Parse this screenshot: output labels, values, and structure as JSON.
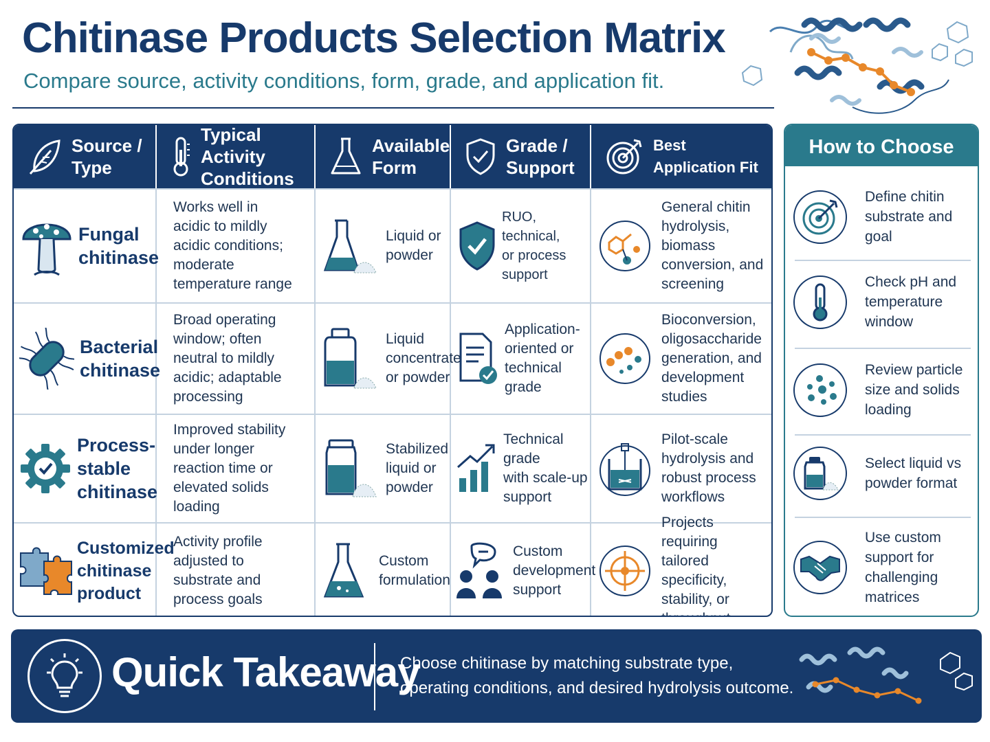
{
  "title": "Chitinase Products Selection Matrix",
  "subtitle": "Compare source, activity conditions, form, grade, and application fit.",
  "headers": {
    "source": [
      "Source /",
      "Type"
    ],
    "activity": [
      "Typical Activity",
      "Conditions"
    ],
    "form": [
      "Available",
      "Form"
    ],
    "grade": [
      "Grade /",
      "Support"
    ],
    "fit": "Best Application Fit"
  },
  "rows": [
    {
      "name": [
        "Fungal",
        "chitinase"
      ],
      "icon": "mushroom-icon",
      "activity": [
        "Works well in",
        "acidic to mildly",
        "acidic conditions;",
        "moderate",
        "temperature range"
      ],
      "form": [
        "Liquid or",
        "powder"
      ],
      "form_icon": "flask-powder-icon",
      "grade": [
        "RUO, technical,",
        "or process",
        "support"
      ],
      "grade_icon": "shield-check-icon",
      "fit": [
        "General chitin",
        "hydrolysis, biomass",
        "conversion, and",
        "screening"
      ],
      "fit_icon": "molecule-icon"
    },
    {
      "name": [
        "Bacterial",
        "chitinase"
      ],
      "icon": "bacterium-icon",
      "activity": [
        "Broad operating",
        "window; often",
        "neutral to mildly",
        "acidic; adaptable",
        "processing"
      ],
      "form": [
        "Liquid",
        "concentrate",
        "or powder"
      ],
      "form_icon": "bottle-powder-icon",
      "grade": [
        "Application-",
        "oriented or",
        "technical grade"
      ],
      "grade_icon": "document-check-icon",
      "fit": [
        "Bioconversion,",
        "oligosaccharide",
        "generation, and",
        "development studies"
      ],
      "fit_icon": "oligosaccharide-icon"
    },
    {
      "name": [
        "Process-",
        "stable",
        "chitinase"
      ],
      "icon": "gear-check-icon",
      "activity": [
        "Improved stability",
        "under longer",
        "reaction time or",
        "elevated solids",
        "loading"
      ],
      "form": [
        "Stabilized",
        "liquid or",
        "powder"
      ],
      "form_icon": "jar-powder-icon",
      "grade": [
        "Technical grade",
        "with scale-up",
        "support"
      ],
      "grade_icon": "growth-chart-icon",
      "fit": [
        "Pilot-scale",
        "hydrolysis and",
        "robust process",
        "workflows"
      ],
      "fit_icon": "reactor-icon"
    },
    {
      "name": [
        "Customized",
        "chitinase",
        "product"
      ],
      "icon": "puzzle-icon",
      "activity": [
        "Activity profile",
        "adjusted to",
        "substrate and",
        "process goals"
      ],
      "form": [
        "Custom",
        "formulation"
      ],
      "form_icon": "flask-icon",
      "grade": [
        "Custom",
        "development",
        "support"
      ],
      "grade_icon": "consultation-icon",
      "fit": [
        "Projects requiring",
        "tailored specificity,",
        "stability, or",
        "throughput"
      ],
      "fit_icon": "crosshair-icon"
    }
  ],
  "side": {
    "title": "How to Choose",
    "steps": [
      {
        "text": [
          "Define chitin",
          "substrate and goal"
        ],
        "icon": "target-icon"
      },
      {
        "text": [
          "Check pH and",
          "temperature",
          "window"
        ],
        "icon": "thermometer-icon"
      },
      {
        "text": [
          "Review particle",
          "size and solids",
          "loading"
        ],
        "icon": "particles-icon"
      },
      {
        "text": [
          "Select liquid vs",
          "powder format"
        ],
        "icon": "bottle-powder-icon"
      },
      {
        "text": [
          "Use custom",
          "support for",
          "challenging",
          "matrices"
        ],
        "icon": "handshake-icon"
      }
    ]
  },
  "footer": {
    "title": "Quick Takeaway",
    "text": [
      "Choose chitinase by matching substrate type,",
      "operating conditions, and desired hydrolysis outcome."
    ]
  },
  "colors": {
    "navy": "#173a6b",
    "teal": "#2a7a8c",
    "orange": "#e8882a",
    "grid": "#c4d2e0"
  }
}
